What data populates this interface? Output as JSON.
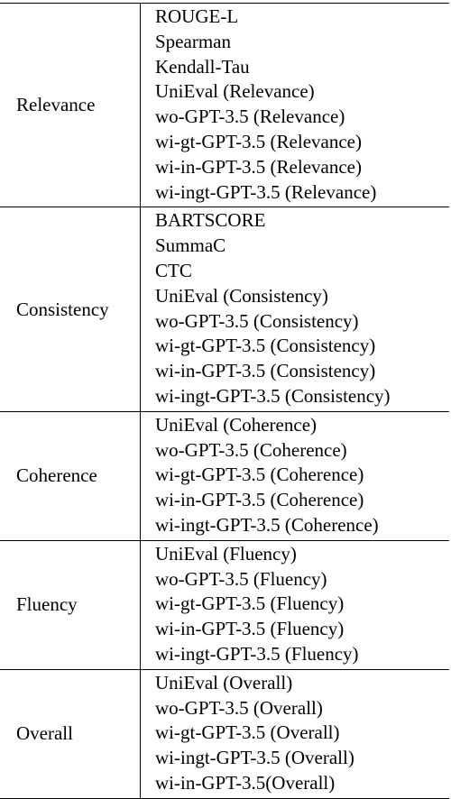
{
  "groups": [
    {
      "dimension": "Relevance",
      "metrics": [
        "ROUGE-L",
        "Spearman",
        "Kendall-Tau",
        "UniEval (Relevance)",
        "wo-GPT-3.5 (Relevance)",
        "wi-gt-GPT-3.5 (Relevance)",
        "wi-in-GPT-3.5 (Relevance)",
        "wi-ingt-GPT-3.5 (Relevance)"
      ]
    },
    {
      "dimension": "Consistency",
      "metrics": [
        "BARTSCORE",
        "SummaC",
        "CTC",
        "UniEval (Consistency)",
        "wo-GPT-3.5 (Consistency)",
        "wi-gt-GPT-3.5 (Consistency)",
        "wi-in-GPT-3.5 (Consistency)",
        "wi-ingt-GPT-3.5 (Consistency)"
      ]
    },
    {
      "dimension": "Coherence",
      "metrics": [
        "UniEval (Coherence)",
        "wo-GPT-3.5 (Coherence)",
        "wi-gt-GPT-3.5 (Coherence)",
        "wi-in-GPT-3.5 (Coherence)",
        "wi-ingt-GPT-3.5 (Coherence)"
      ]
    },
    {
      "dimension": "Fluency",
      "metrics": [
        "UniEval (Fluency)",
        "wo-GPT-3.5 (Fluency)",
        "wi-gt-GPT-3.5 (Fluency)",
        "wi-in-GPT-3.5 (Fluency)",
        "wi-ingt-GPT-3.5 (Fluency)"
      ]
    },
    {
      "dimension": "Overall",
      "metrics": [
        "UniEval (Overall)",
        "wo-GPT-3.5 (Overall)",
        "wi-gt-GPT-3.5 (Overall)",
        "wi-ingt-GPT-3.5 (Overall)",
        "wi-in-GPT-3.5(Overall)"
      ]
    }
  ]
}
